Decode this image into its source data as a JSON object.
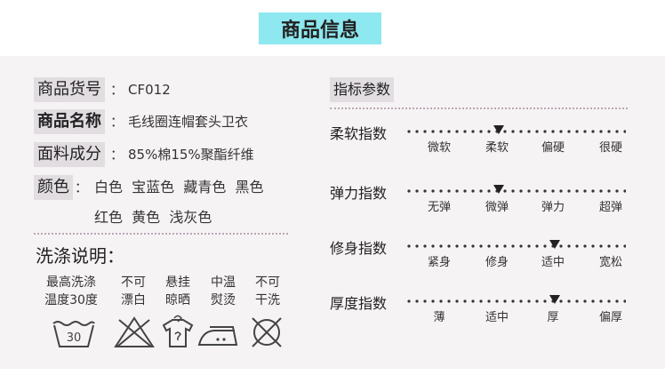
{
  "title": "商品信息",
  "product": {
    "sku_label": "商品货号",
    "sku_value": "CF012",
    "name_label": "商品名称",
    "name_value": "毛线圈连帽套头卫衣",
    "fabric_label": "面料成分",
    "fabric_value": "85%棉15%聚酯纤维",
    "colon": "：",
    "color_label": "颜色",
    "colors_line1": "白色  宝蓝色  藏青色  黑色",
    "colors_line2": "红色  黄色  浅灰色"
  },
  "wash": {
    "title": "洗涤说明：",
    "items": [
      {
        "line1": "最高洗涤",
        "line2": "温度30度",
        "icon": "washtub-30-icon",
        "temp": "30"
      },
      {
        "line1": "不可",
        "line2": "漂白",
        "icon": "no-bleach-icon"
      },
      {
        "line1": "悬挂",
        "line2": "晾晒",
        "icon": "hang-dry-icon"
      },
      {
        "line1": "中温",
        "line2": "熨烫",
        "icon": "iron-medium-icon"
      },
      {
        "line1": "不可",
        "line2": "干洗",
        "icon": "no-dryclean-icon"
      }
    ]
  },
  "indices": {
    "title": "指标参数",
    "rows": [
      {
        "name": "柔软指数",
        "ticks": [
          "微软",
          "柔软",
          "偏硬",
          "很硬"
        ],
        "level": 1
      },
      {
        "name": "弹力指数",
        "ticks": [
          "无弹",
          "微弹",
          "弹力",
          "超弹"
        ],
        "level": 1
      },
      {
        "name": "修身指数",
        "ticks": [
          "紧身",
          "修身",
          "适中",
          "宽松"
        ],
        "level": 2
      },
      {
        "name": "厚度指数",
        "ticks": [
          "薄",
          "适中",
          "厚",
          "偏厚"
        ],
        "level": 2
      }
    ]
  },
  "colors": {
    "banner": "#8ee8f0",
    "panel": "#f6f3f5",
    "label_bg": "#e2dde1"
  }
}
